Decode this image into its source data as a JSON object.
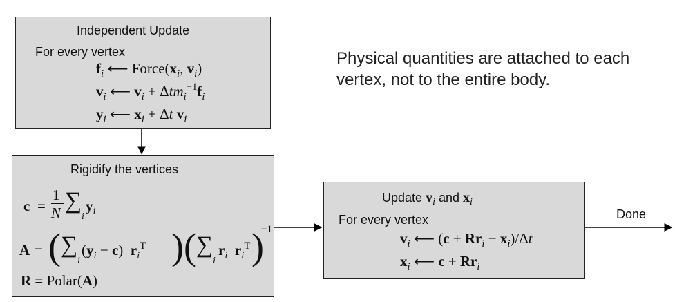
{
  "box1": {
    "title": "Independent Update",
    "subtitle": "For every vertex",
    "eq_force_fn": "Force"
  },
  "note": {
    "line1": "Physical quantities are attached to each",
    "line2": "vertex, not to the entire body."
  },
  "box2": {
    "title": "Rigidify the vertices",
    "eq_polar_fn": "Polar"
  },
  "box3": {
    "title_prefix": "Update",
    "title_and": "and",
    "subtitle": "For every vertex"
  },
  "done_label": "Done",
  "colors": {
    "box_fill": "#d9d9d9",
    "border": "#222222",
    "arrow": "#000000"
  }
}
